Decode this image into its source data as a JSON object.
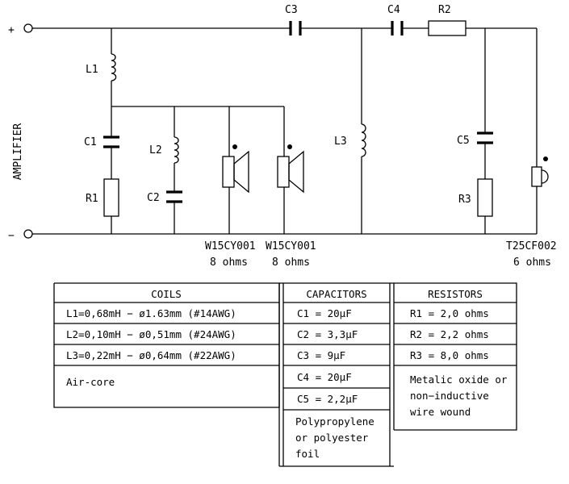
{
  "circuit": {
    "input_label": "AMPLIFIER",
    "plus_sign": "+",
    "minus_sign": "−",
    "components": {
      "L1": "L1",
      "L2": "L2",
      "L3": "L3",
      "C1": "C1",
      "C2": "C2",
      "C3": "C3",
      "C4": "C4",
      "C5": "C5",
      "R1": "R1",
      "R2": "R2",
      "R3": "R3"
    },
    "drivers": [
      {
        "model": "W15CY001",
        "impedance": "8 ohms"
      },
      {
        "model": "W15CY001",
        "impedance": "8 ohms"
      },
      {
        "model": "T25CF002",
        "impedance": "6 ohms"
      }
    ]
  },
  "table": {
    "coils": {
      "header": "COILS",
      "rows": [
        "L1=0,68mH − ø1.63mm (#14AWG)",
        "L2=0,10mH − ø0,51mm (#24AWG)",
        "L3=0,22mH − ø0,64mm (#22AWG)"
      ],
      "note": "Air-core"
    },
    "capacitors": {
      "header": "CAPACITORS",
      "rows": [
        "C1 = 20µF",
        "C2 = 3,3µF",
        "C3 = 9µF",
        "C4 = 20µF",
        "C5 = 2,2µF"
      ],
      "note": [
        "Polypropylene",
        "or polyester",
        "foil"
      ]
    },
    "resistors": {
      "header": "RESISTORS",
      "rows": [
        "R1 = 2,0 ohms",
        "R2 = 2,2 ohms",
        "R3 = 8,0 ohms"
      ],
      "note": [
        "Metalic oxide or",
        "non−inductive",
        "wire wound"
      ]
    }
  }
}
